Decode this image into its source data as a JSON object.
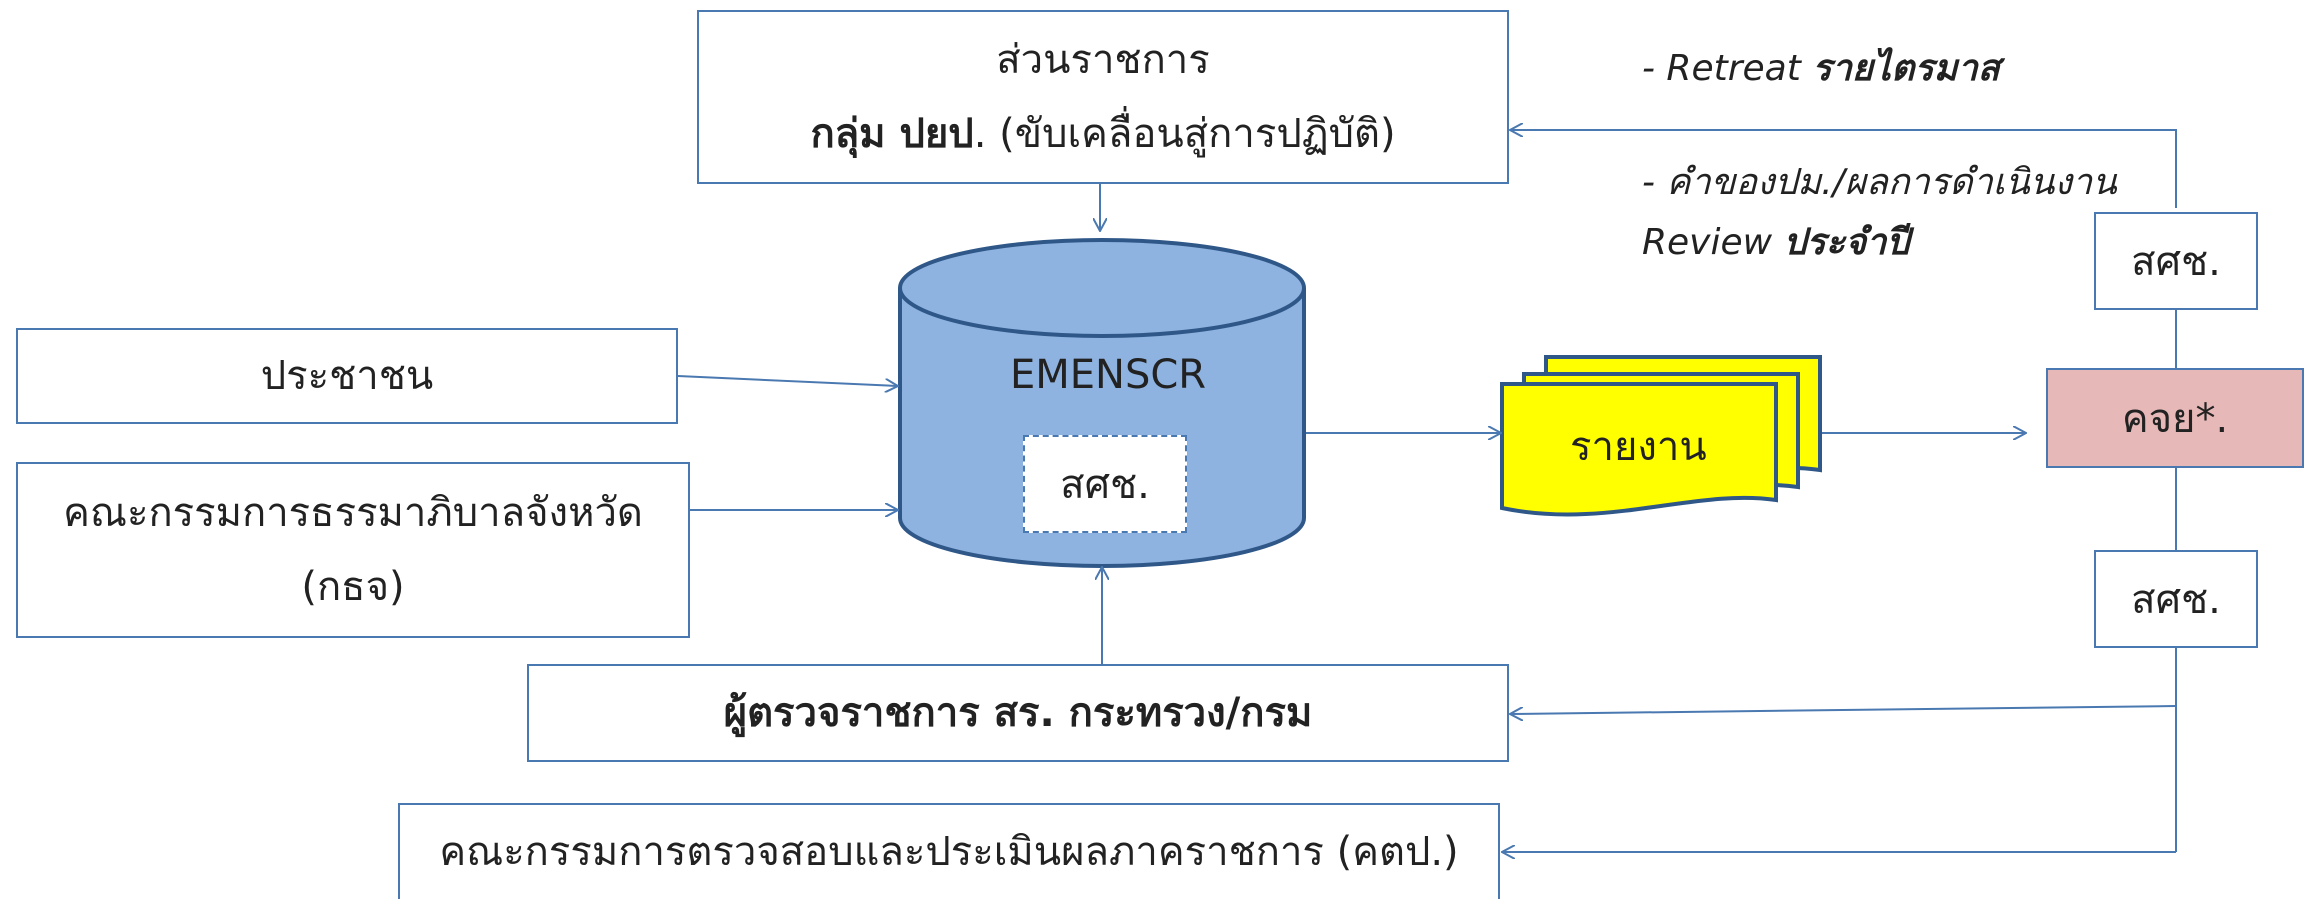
{
  "top_box": {
    "line1": "ส่วนราชการ",
    "line2_bold": "กลุ่ม ปยป",
    "line2_rest": ". (ขับเคลื่อนสู่การปฏิบัติ)"
  },
  "left_box_1": {
    "text": "ประชาชน"
  },
  "left_box_2": {
    "line1": "คณะกรรมการธรรมาภิบาลจังหวัด",
    "line2": "(กธจ)"
  },
  "database": {
    "label": "EMENSCR",
    "inner_label": "สศช."
  },
  "report": {
    "label": "รายงาน"
  },
  "right_boxes": {
    "top": "สศช.",
    "middle": "คจย*.",
    "bottom": "สศช."
  },
  "inspector_box": {
    "text": "ผู้ตรวจราชการ สร. กระทรวง/กรม"
  },
  "committee_box": {
    "text": "คณะกรรมการตรวจสอบและประเมินผลภาคราชการ (คตป.)"
  },
  "notes": {
    "note1_prefix": "- Retreat ",
    "note1_bold": "รายไตรมาส",
    "note2_line1": "- คำของปม./ผลการดำเนินงาน",
    "note2_prefix": "Review ",
    "note2_bold": "ประจำปี"
  },
  "colors": {
    "line": "#4a78b0",
    "db_fill": "#8fb3e0",
    "report_fill": "#ffff00",
    "pink": "#e6b8b7"
  }
}
